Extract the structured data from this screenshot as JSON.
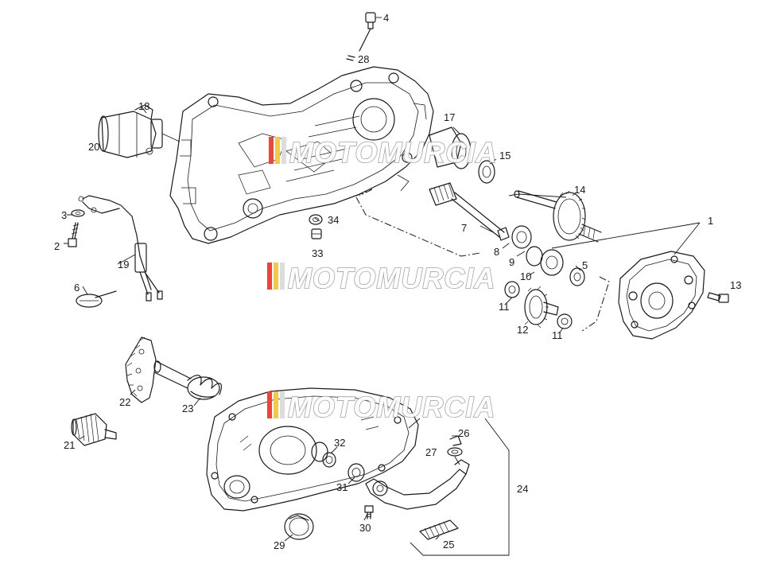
{
  "watermark": {
    "text": "MOTOMURCIA",
    "stripe_colors": [
      "#e8473a",
      "#f2c94c",
      "#dddddd"
    ]
  },
  "callouts": [
    "1",
    "2",
    "3",
    "4",
    "5",
    "6",
    "7",
    "8",
    "9",
    "10",
    "11",
    "11",
    "12",
    "13",
    "14",
    "15",
    "17",
    "18",
    "19",
    "20",
    "21",
    "22",
    "23",
    "24",
    "25",
    "26",
    "27",
    "28",
    "29",
    "30",
    "31",
    "32",
    "33",
    "34"
  ]
}
